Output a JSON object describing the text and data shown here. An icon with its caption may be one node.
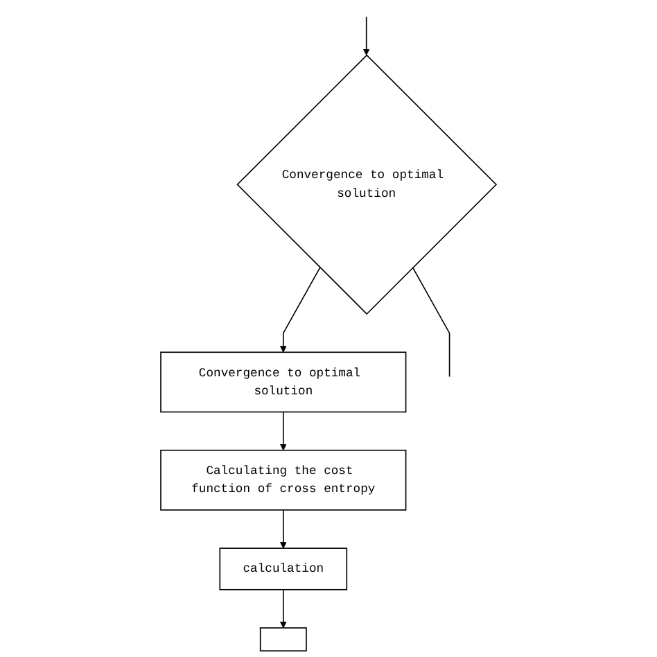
{
  "diagram": {
    "nodes": [
      {
        "text": [
          "Convergence to optimal solution"
        ]
      },
      {
        "text": [
          "Convergence to optimal solution"
        ]
      },
      {
        "text": [
          "Calculating the cost function of cross entropy"
        ]
      },
      {
        "text": [
          "calculation"
        ]
      },
      {
        "text": [],
        "shape": "box"
      }
    ],
    "edges": [
      {
        "from": 0,
        "to": 1,
        "arrow": "to"
      },
      {
        "from": 1,
        "to": 2,
        "arrow": "to"
      },
      {
        "from": 2,
        "to": 3,
        "arrow": "to"
      },
      {
        "from": 3,
        "to": 4,
        "arrow": "to"
      },
      {
        "from": null,
        "to": 0,
        "arrow": "to"
      },
      {
        "from": 0,
        "to": null,
        "arrow": "none"
      }
    ]
  }
}
